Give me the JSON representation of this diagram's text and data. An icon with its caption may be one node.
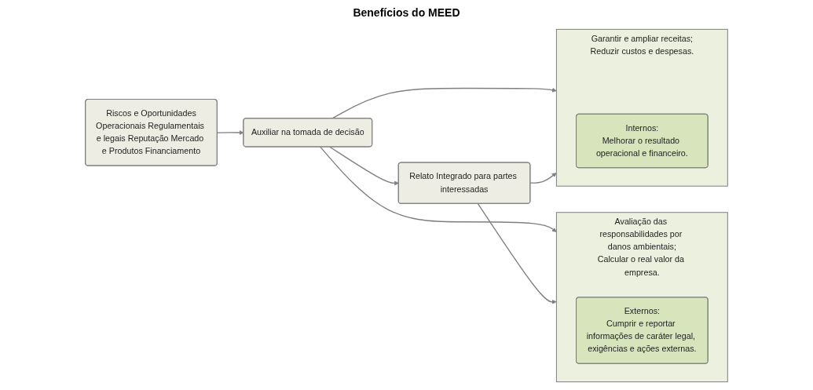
{
  "diagram": {
    "nodes": [
      {
        "text": [
          "Riscos e Oportunidades",
          "Operacionais Regulamentais e legais Reputação Mercado e Produtos Financiamento"
        ]
      },
      {
        "text": [
          "Auxiliar na tomada de decisão"
        ]
      },
      {
        "text": [
          "Relato Integrado para partes interessadas"
        ]
      },
      {
        "text": [
          "Garantir e ampliar receitas;",
          "Reduzir custos e despesas."
        ]
      },
      {
        "text": [
          "Internos:",
          "Melhorar o resultado operacional e financeiro."
        ],
        "in": 3
      },
      {
        "text": [
          "Avaliação das responsabilidades por danos ambientais;",
          "Calcular o real valor da empresa."
        ]
      },
      {
        "text": [
          "Externos:",
          "Cumprir e reportar informações de caráter legal, exigências e ações externas."
        ],
        "in": 5
      }
    ],
    "edges": [
      {
        "from": 0,
        "to": 1,
        "arrow": "to"
      },
      {
        "from": 1,
        "to": 3,
        "arrow": "to"
      },
      {
        "from": 1,
        "to": 2,
        "arrow": "to"
      },
      {
        "from": 1,
        "to": 5,
        "arrow": "to"
      },
      {
        "from": 2,
        "to": 3,
        "arrow": "to"
      },
      {
        "from": 2,
        "to": 5,
        "arrow": "to"
      }
    ],
    "labels": [
      "Benefícios do MEED"
    ]
  }
}
